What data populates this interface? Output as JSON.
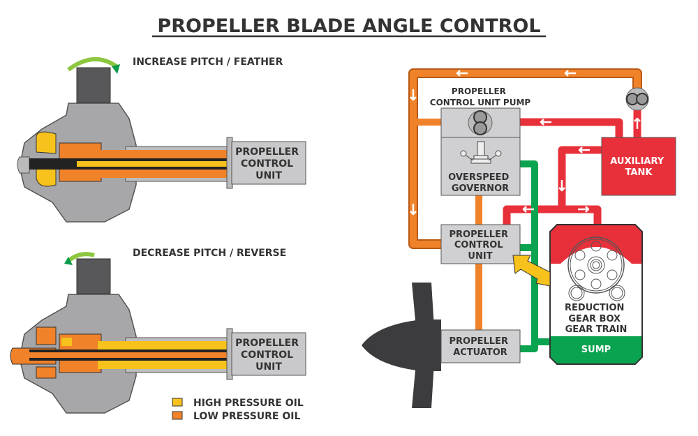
{
  "title": "PROPELLER BLADE ANGLE CONTROL",
  "left": {
    "top_label": "INCREASE PITCH / FEATHER",
    "bottom_label": "DECREASE PITCH / REVERSE",
    "pcu_lines": [
      "PROPELLER",
      "CONTROL",
      "UNIT"
    ]
  },
  "legend": [
    {
      "label": "HIGH PRESSURE OIL",
      "color": "#f7c21b"
    },
    {
      "label": "LOW PRESSURE OIL",
      "color": "#f0822a"
    }
  ],
  "right": {
    "pump_label": [
      "PROPELLER",
      "CONTROL UNIT PUMP"
    ],
    "governor_label": [
      "OVERSPEED",
      "GOVERNOR"
    ],
    "pcu_label": [
      "PROPELLER",
      "CONTROL",
      "UNIT"
    ],
    "actuator_label": [
      "PROPELLER",
      "ACTUATOR"
    ],
    "tank_label": [
      "AUXILIARY",
      "TANK"
    ],
    "gearbox_label": [
      "REDUCTION",
      "GEAR BOX",
      "GEAR TRAIN"
    ],
    "sump_label": "SUMP"
  },
  "colors": {
    "orange": "#f0822a",
    "red": "#e8303a",
    "green": "#0aa34f",
    "yellow": "#f7c21b",
    "gray": "#d0d0d2",
    "dark": "#3c3c3e"
  }
}
